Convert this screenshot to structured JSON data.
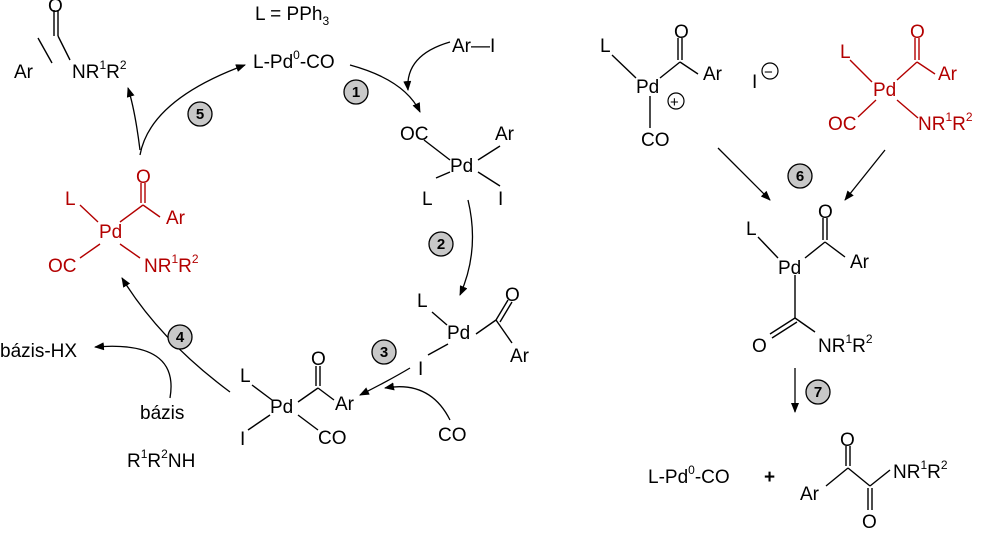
{
  "ligand_def": [
    "L = PPh",
    "3"
  ],
  "catalyst": [
    "L-Pd",
    "0",
    "-CO"
  ],
  "aryl_iodide": "Ar—I",
  "product_amide": {
    "ar": "Ar",
    "nr": "NR",
    "s1": "1",
    "r2": "R",
    "s2": "2",
    "o": "O"
  },
  "steps": [
    "1",
    "2",
    "3",
    "4",
    "5",
    "6",
    "7"
  ],
  "atoms": {
    "L": "L",
    "Pd": "Pd",
    "CO": "OC",
    "Ar": "Ar",
    "I": "I",
    "O": "O",
    "CO2": "CO",
    "C": "CO"
  },
  "carbon_monoxide": "CO",
  "base_hx": "bázis-HX",
  "base": "bázis",
  "amine": [
    "R",
    "1",
    "R",
    "2",
    "NH"
  ],
  "ion_plus": "+",
  "ion_minus": "−",
  "iodide": "I",
  "final_catalyst": [
    "L-Pd",
    "0",
    "-CO"
  ],
  "plus_sign": "+",
  "ketoamide": {
    "ar": "Ar",
    "nr": "NR",
    "s1": "1",
    "r2": "R",
    "s2": "2",
    "o": "O"
  }
}
